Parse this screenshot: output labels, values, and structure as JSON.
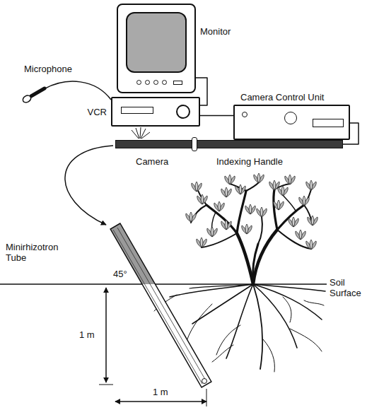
{
  "diagram": {
    "nodes": [
      {
        "text": [
          "Monitor"
        ]
      },
      {
        "text": [
          "VCR"
        ]
      },
      {
        "text": [
          "Camera Control Unit"
        ]
      },
      {
        "text": [
          "Camera",
          "Indexing Handle"
        ]
      }
    ],
    "edges": [
      {
        "from": 0,
        "to": 1,
        "arrow": "none"
      },
      {
        "from": 1,
        "to": 2,
        "arrow": "none"
      },
      {
        "from": 2,
        "to": 3,
        "arrow": "none"
      }
    ],
    "labels": [
      "Microphone",
      "Minirhizotron Tube",
      "45°",
      "Soil Surface",
      "1 m",
      "1 m"
    ]
  }
}
